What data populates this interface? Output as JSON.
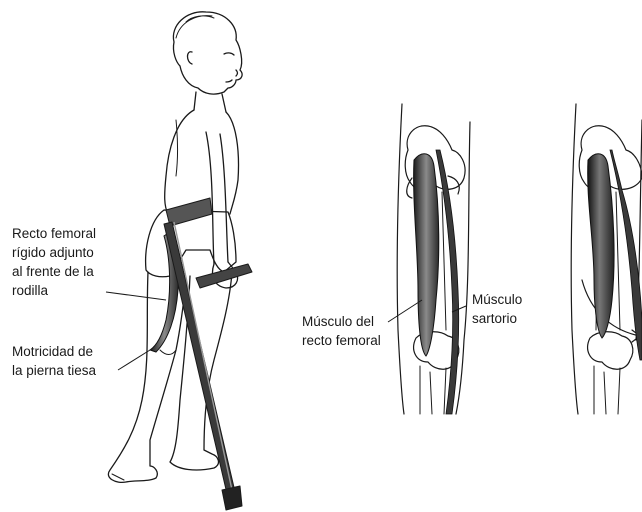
{
  "labels": {
    "recto_rigido": [
      "Recto femoral",
      "rígido adjunto",
      "al frente de la",
      "rodilla"
    ],
    "motricidad": [
      "Motricidad de",
      "la pierna tiesa"
    ],
    "musculo_recto": [
      "Músculo del",
      "recto femoral"
    ],
    "musculo_sartorio": [
      "Músculo",
      "sartorio"
    ]
  },
  "colors": {
    "ink": "#1a1a1a",
    "muscle_dark": "#2e2e2e",
    "muscle_mid": "#6b6b6b",
    "paper": "#ffffff"
  }
}
